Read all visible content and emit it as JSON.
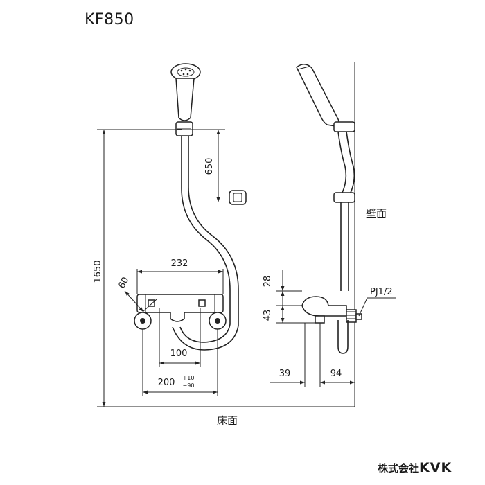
{
  "model": "KF850",
  "maker": {
    "prefix": "株式会社",
    "brand": "KVK"
  },
  "labels": {
    "wall": "壁面",
    "floor": "床面",
    "thread": "PJ1/2"
  },
  "dimensions": {
    "total_height": "1650",
    "holder_height": "650",
    "body_width": "232",
    "angle_60": "60",
    "spout_100": "100",
    "pitch_200": "200",
    "tol_plus": "+10",
    "tol_minus": "−90",
    "side_28": "28",
    "side_43": "43",
    "side_39": "39",
    "side_94": "94"
  }
}
